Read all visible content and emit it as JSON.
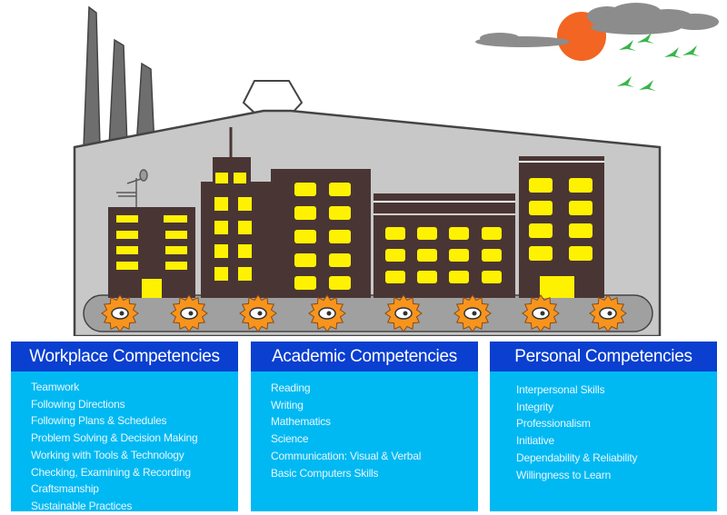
{
  "colors": {
    "panel_bg": "#00b9f2",
    "panel_header": "#0a3fd0",
    "factory_gray": "#c8c8c8",
    "building_brown": "#4a3535",
    "window_yellow": "#fff200",
    "sun_orange": "#f26522",
    "gear_orange": "#f7941d",
    "bird_green": "#39b54a"
  },
  "icons": [
    "smokestack-icon",
    "antenna-icon",
    "gear-icon",
    "sun-icon",
    "cloud-icon",
    "bird-icon"
  ],
  "panels": [
    {
      "title": "Workplace Competencies",
      "items": [
        "Teamwork",
        "Following Directions",
        "Following Plans & Schedules",
        "Problem Solving & Decision Making",
        "Working with Tools & Technology",
        "Checking, Examining & Recording",
        "Craftsmanship",
        "Sustainable Practices"
      ]
    },
    {
      "title": "Academic Competencies",
      "items": [
        "Reading",
        "Writing",
        "Mathematics",
        "Science",
        "Communication: Visual & Verbal",
        "Basic Computers Skills"
      ]
    },
    {
      "title": "Personal Competencies",
      "items": [
        "Interpersonal Skills",
        "Integrity",
        "Professionalism",
        "Initiative",
        "Dependability & Reliability",
        "Willingness to Learn"
      ]
    }
  ]
}
